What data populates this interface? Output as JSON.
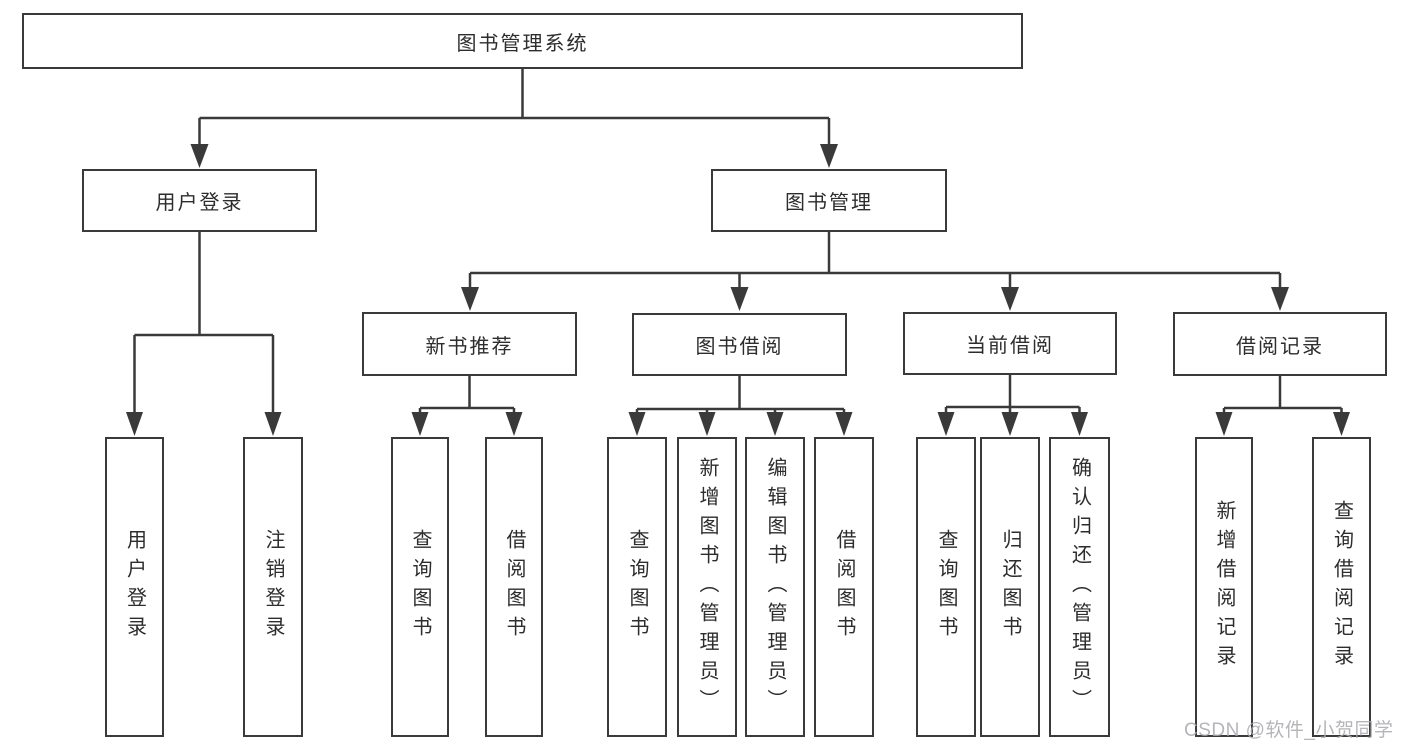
{
  "root": {
    "label": "图书管理系统"
  },
  "branches": {
    "login": {
      "label": "用户登录",
      "children": [
        "用户登录",
        "注销登录"
      ]
    },
    "manage": {
      "label": "图书管理"
    }
  },
  "sections": {
    "recommend": {
      "label": "新书推荐",
      "children": [
        "查询图书",
        "借阅图书"
      ]
    },
    "borrow": {
      "label": "图书借阅",
      "children": [
        "查询图书",
        "新增图书（管理员）",
        "编辑图书（管理员）",
        "借阅图书"
      ]
    },
    "current": {
      "label": "当前借阅",
      "children": [
        "查询图书",
        "归还图书",
        "确认归还（管理员）"
      ]
    },
    "records": {
      "label": "借阅记录",
      "children": [
        "新增借阅记录",
        "查询借阅记录"
      ]
    }
  },
  "watermark": "CSDN @软件_小贺同学",
  "colors": {
    "line": "#3a3a3a",
    "text": "#2d2d2d",
    "watermark": "#a9a9ae",
    "background": "#ffffff"
  }
}
